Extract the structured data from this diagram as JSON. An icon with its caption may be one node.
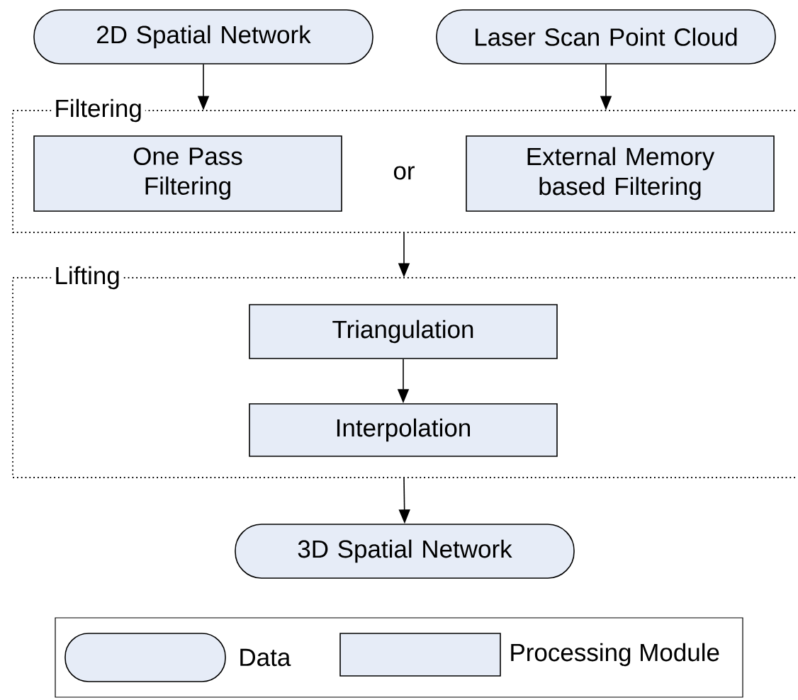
{
  "diagram": {
    "nodes": [
      {
        "text": [
          "2D Spatial Network"
        ]
      },
      {
        "text": [
          "Laser Scan Point Cloud"
        ]
      },
      {
        "text": [
          "Filtering"
        ]
      },
      {
        "text": [
          "One Pass Filtering"
        ],
        "in": 2
      },
      {
        "text": [
          "External Memory based Filtering"
        ],
        "in": 2
      },
      {
        "text": [
          "Lifting"
        ]
      },
      {
        "text": [
          "Triangulation"
        ],
        "in": 5
      },
      {
        "text": [
          "Interpolation"
        ],
        "in": 5
      },
      {
        "text": [
          "3D Spatial Network"
        ]
      }
    ],
    "edges": [
      {
        "from": 0,
        "to": 2,
        "arrow": "to"
      },
      {
        "from": 1,
        "to": 2,
        "arrow": "to"
      },
      {
        "from": 2,
        "to": 5,
        "arrow": "to"
      },
      {
        "from": 6,
        "to": 7,
        "arrow": "to"
      },
      {
        "from": 5,
        "to": 8,
        "arrow": "to"
      }
    ],
    "labels": [
      "or"
    ],
    "legend": [
      {
        "text": "Data"
      },
      {
        "text": "Processing Module"
      }
    ]
  }
}
